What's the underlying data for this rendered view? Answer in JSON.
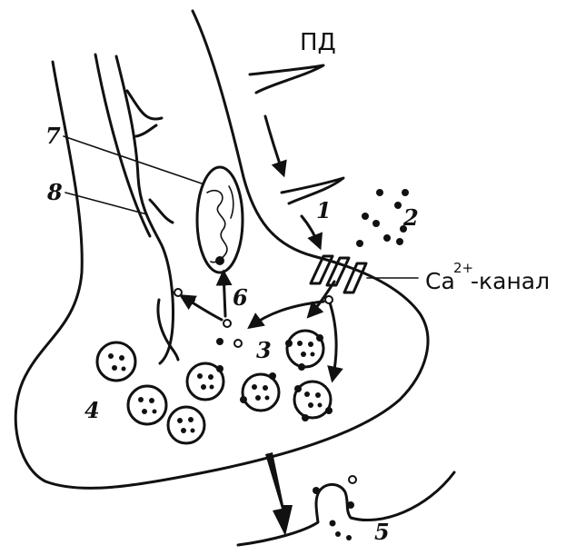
{
  "labels": {
    "pd": "ПД",
    "n1": "1",
    "n2": "2",
    "n3": "3",
    "n4": "4",
    "n5": "5",
    "n6": "6",
    "n7": "7",
    "n8": "8",
    "ca_base": "Ca",
    "ca_sup": "2+",
    "ca_suffix": "-канал"
  }
}
